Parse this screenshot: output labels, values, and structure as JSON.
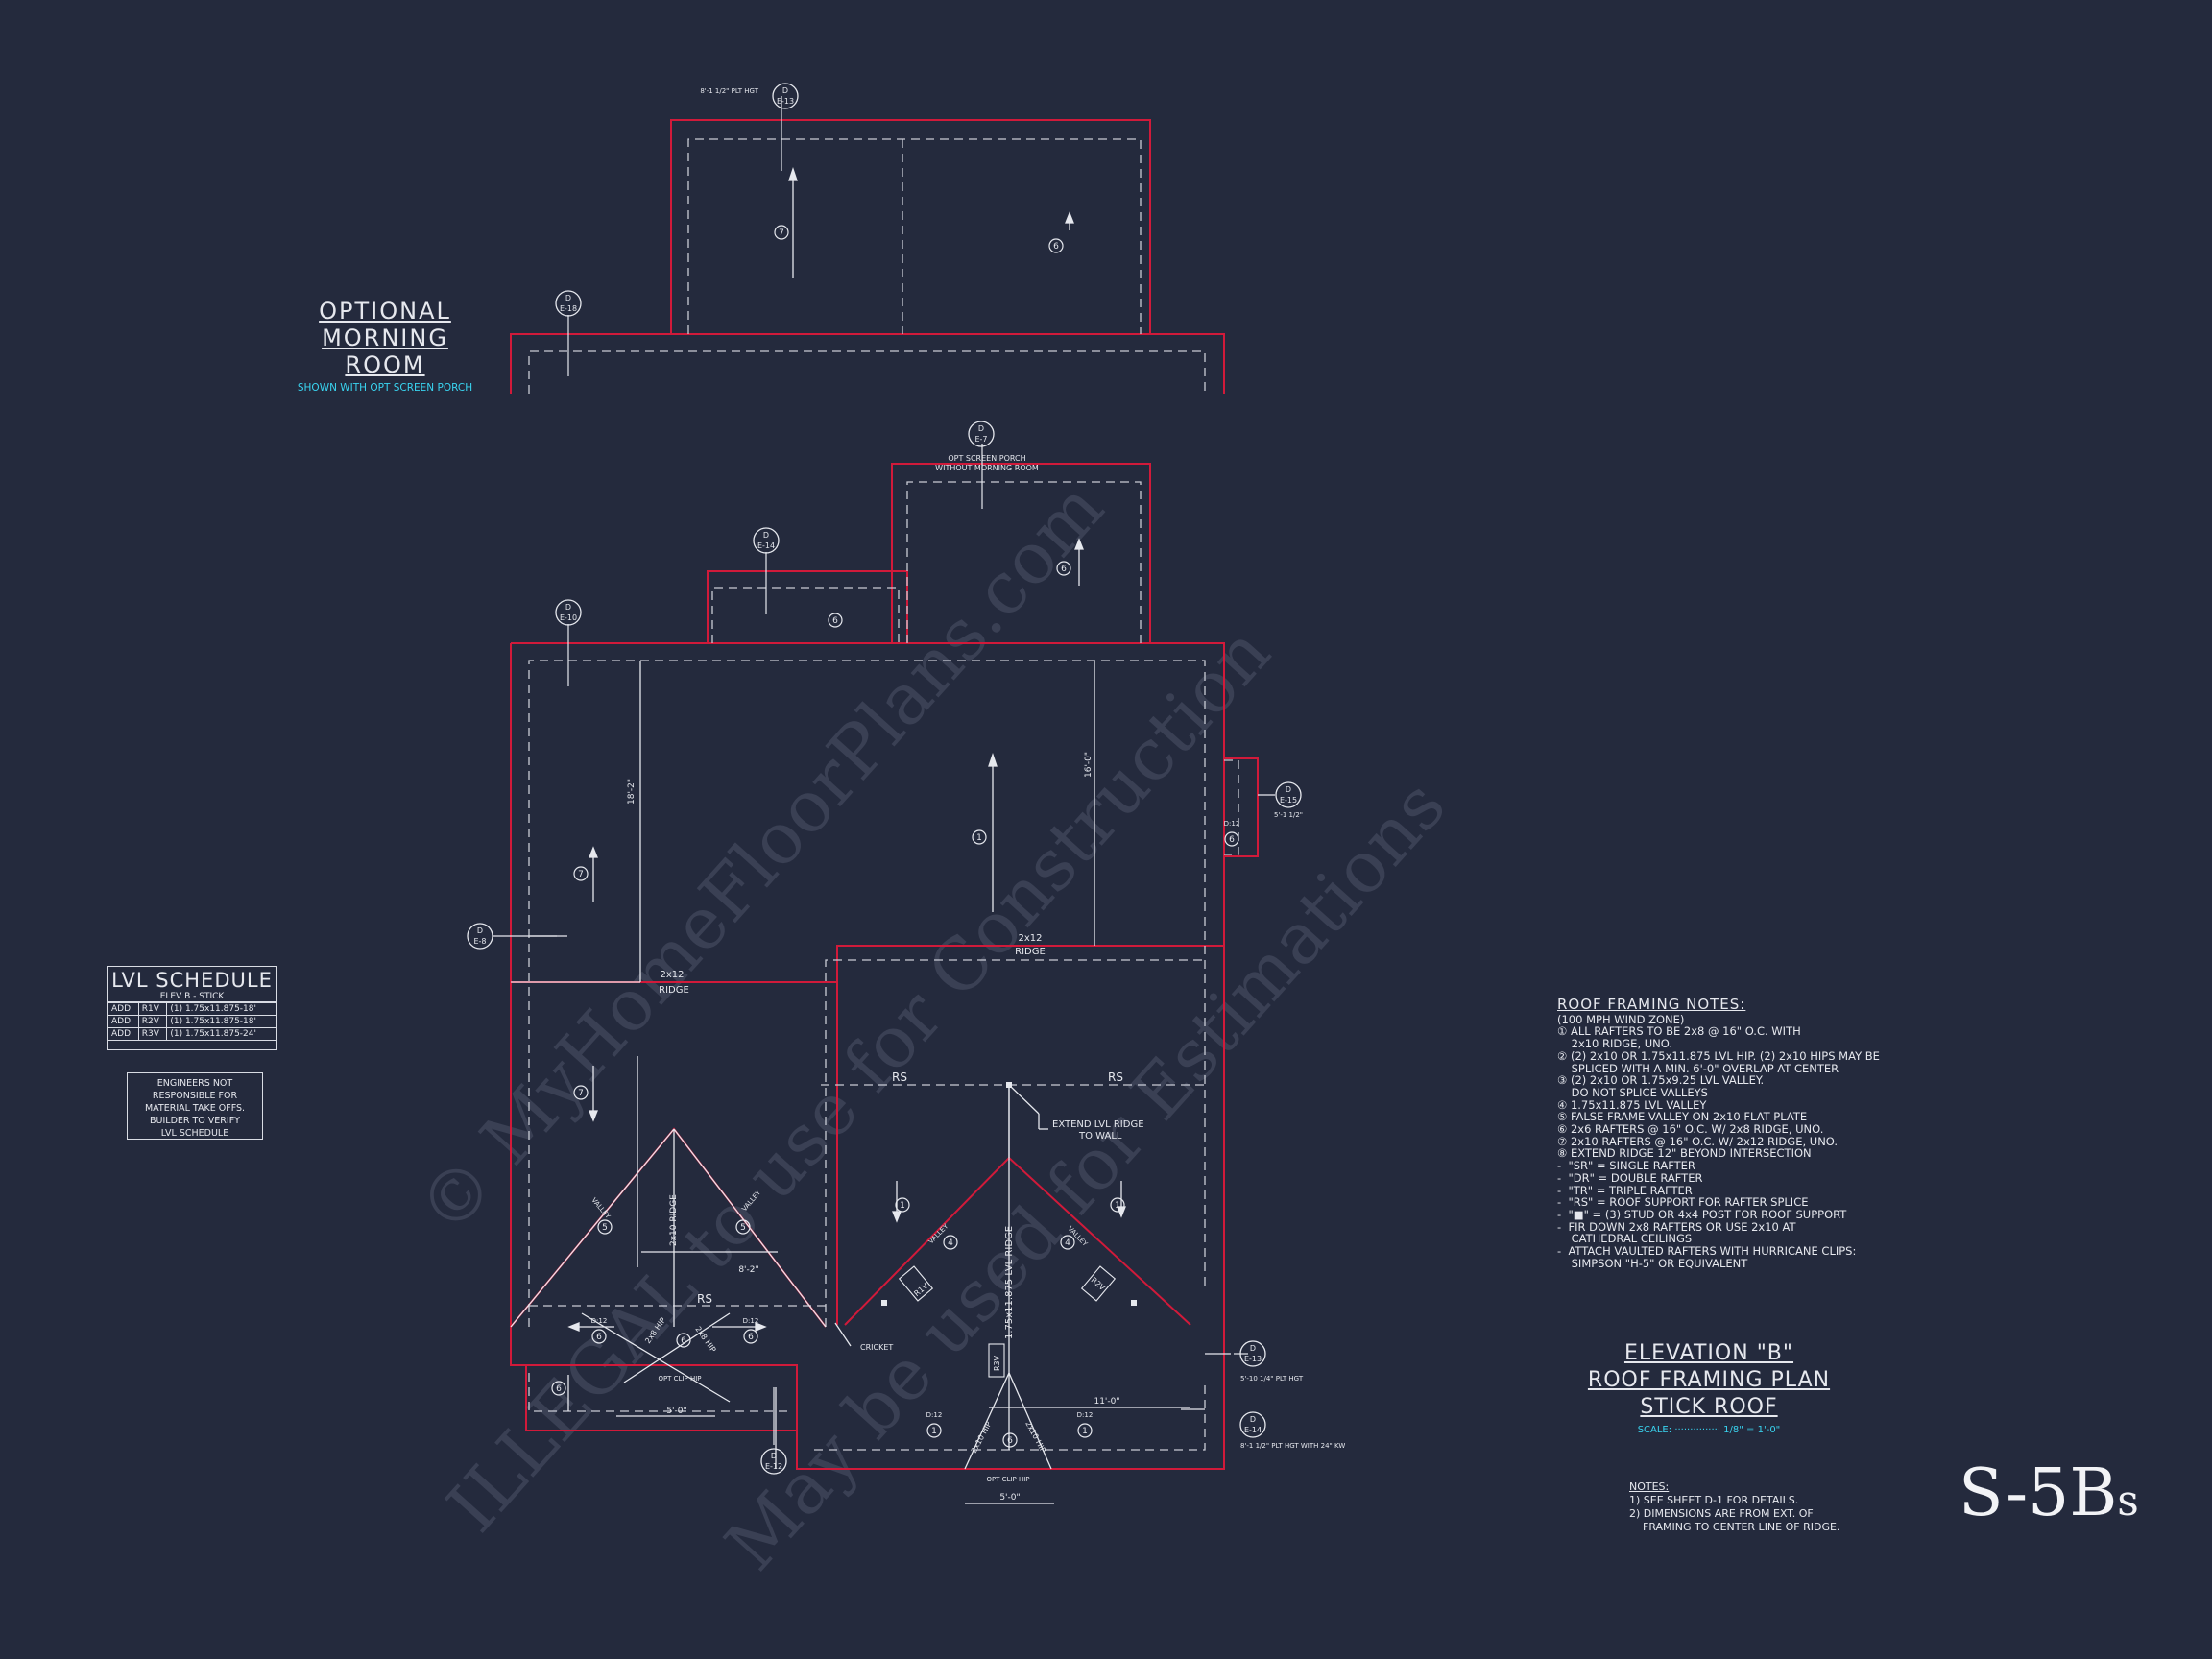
{
  "sheet": {
    "number": "S-5B",
    "suffix": "s"
  },
  "optional_room": {
    "title_line1": "OPTIONAL",
    "title_line2": "MORNING ROOM",
    "subtitle": "SHOWN WITH OPT SCREEN PORCH"
  },
  "screen_porch_note": {
    "line1": "OPT SCREEN PORCH",
    "line2": "WITHOUT MORNING ROOM"
  },
  "plan_labels": {
    "ridge_left": {
      "size": "2x12",
      "word": "RIDGE"
    },
    "ridge_right": {
      "size": "2x12",
      "word": "RIDGE"
    },
    "rs_left": "RS",
    "rs_right": "RS",
    "rs_bottom": "RS",
    "extend_note": {
      "line1": "EXTEND LVL RIDGE",
      "line2": "TO WALL"
    },
    "cricket": "CRICKET",
    "valley": "VALLEY",
    "ridge_vertical_left": "2x10 RIDGE",
    "lvl_ridge": "1.75x11.875 LVL RIDGE",
    "r1v": "R1V",
    "r2v": "R2V",
    "r3v": "R3V",
    "hip": "2x8 HIP",
    "hip_10": "2x10 HIP",
    "opt_clip_hip": "OPT CLIP HIP",
    "opt_clip_hip_2": "OPT CLIP HIP",
    "pitch": "D:12",
    "dims": {
      "d1": "18'-2\"",
      "d2": "16'-0\"",
      "d3": "8'-2\"",
      "d4": "5'-0\"",
      "d5": "11'-0\"",
      "d6": "5'-0\"",
      "d7": "5'-1 1/2\""
    },
    "plate_notes": {
      "top": "8'-1 1/2\" PLT HGT",
      "right_a": "5'-10 1/4\" PLT HGT",
      "right_b": "8'-1 1/2\" PLT HGT WITH 24\" KW"
    },
    "callout_d": "D",
    "callouts": [
      "E-13",
      "E-18",
      "E-7",
      "E-14",
      "E-10",
      "E-8",
      "E-15",
      "E-13",
      "E-14",
      "E-12"
    ]
  },
  "lvl_schedule": {
    "title": "LVL SCHEDULE",
    "subtitle": "ELEV B - STICK",
    "rows": [
      {
        "c1": "ADD",
        "c2": "R1V",
        "c3": "(1) 1.75x11.875-18'"
      },
      {
        "c1": "ADD",
        "c2": "R2V",
        "c3": "(1) 1.75x11.875-18'"
      },
      {
        "c1": "ADD",
        "c2": "R3V",
        "c3": "(1) 1.75x11.875-24'"
      }
    ]
  },
  "engineer_note": [
    "ENGINEERS NOT",
    "RESPONSIBLE FOR",
    "MATERIAL TAKE OFFS.",
    "BUILDER TO VERIFY",
    "LVL SCHEDULE"
  ],
  "roof_framing_notes": {
    "title": "ROOF FRAMING NOTES:",
    "lines": [
      "(100 MPH WIND ZONE)",
      "① ALL RAFTERS TO BE 2x8 @ 16\" O.C. WITH",
      "    2x10 RIDGE, UNO.",
      "② (2) 2x10 OR 1.75x11.875 LVL HIP. (2) 2x10 HIPS MAY BE",
      "    SPLICED WITH A MIN. 6'-0\" OVERLAP AT CENTER",
      "③ (2) 2x10 OR 1.75x9.25 LVL VALLEY.",
      "    DO NOT SPLICE VALLEYS",
      "④ 1.75x11.875 LVL VALLEY",
      "⑤ FALSE FRAME VALLEY ON 2x10 FLAT PLATE",
      "⑥ 2x6 RAFTERS @ 16\" O.C. W/ 2x8 RIDGE, UNO.",
      "⑦ 2x10 RAFTERS @ 16\" O.C. W/ 2x12 RIDGE, UNO.",
      "⑧ EXTEND RIDGE 12\" BEYOND INTERSECTION",
      "-  \"SR\" = SINGLE RAFTER",
      "-  \"DR\" = DOUBLE RAFTER",
      "-  \"TR\" = TRIPLE RAFTER",
      "-  \"RS\" = ROOF SUPPORT FOR RAFTER SPLICE",
      "-  \"■\" = (3) STUD OR 4x4 POST FOR ROOF SUPPORT",
      "-  FIR DOWN 2x8 RAFTERS OR USE 2x10 AT",
      "    CATHEDRAL CEILINGS",
      "-  ATTACH VAULTED RAFTERS WITH HURRICANE CLIPS:",
      "    SIMPSON \"H-5\" OR EQUIVALENT"
    ]
  },
  "title_block": {
    "line1": "ELEVATION \"B\"",
    "line2": "ROOF FRAMING PLAN",
    "line3": "STICK ROOF",
    "scale_label": "SCALE:",
    "scale_value": "1/8\" = 1'-0\""
  },
  "notes": {
    "title": "NOTES:",
    "lines": [
      "1) SEE SHEET D-1 FOR DETAILS.",
      "2) DIMENSIONS ARE FROM EXT. OF",
      "    FRAMING TO CENTER LINE OF RIDGE."
    ]
  },
  "watermarks": [
    "© MyHomeFloorPlans.com",
    "ILLEGAL to use for Construction",
    "May be used for Estimations"
  ],
  "colors": {
    "background": "#242a3d",
    "wall": "#d11a3a",
    "line": "#d9dce4",
    "accent": "#39d4f0",
    "watermark": "#3a4054"
  }
}
